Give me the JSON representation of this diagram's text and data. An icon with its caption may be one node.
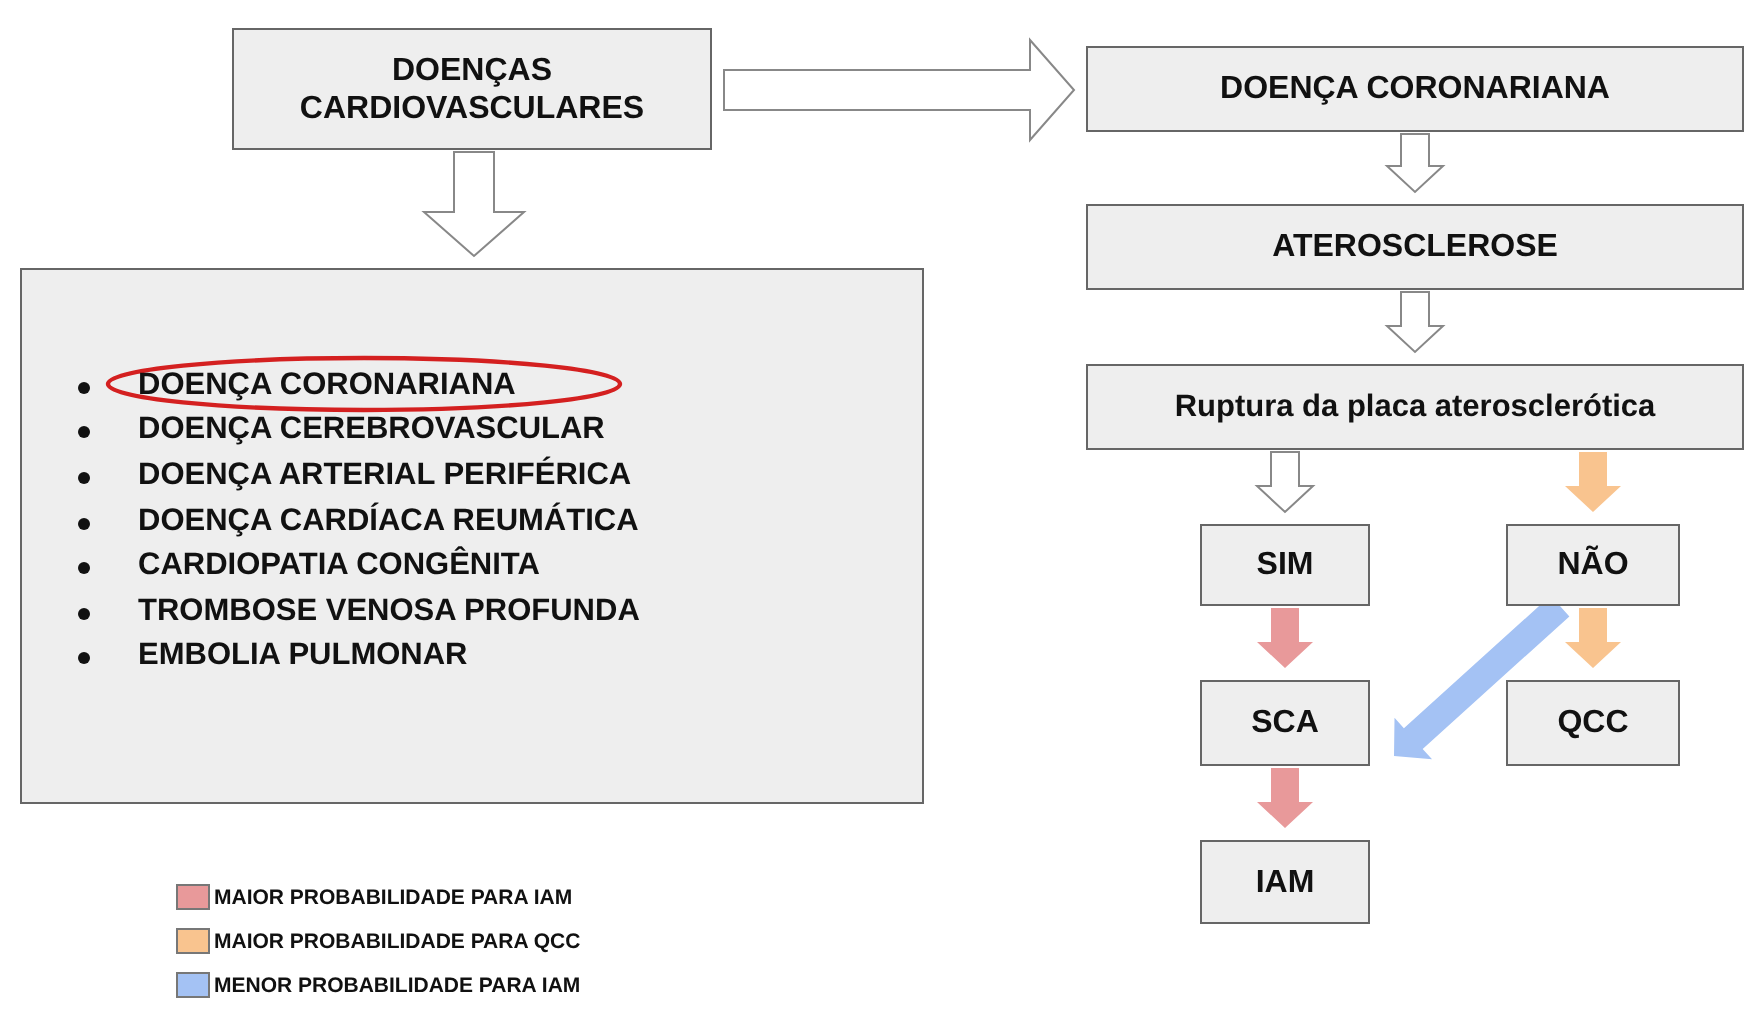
{
  "diagram": {
    "nodes": [
      {
        "text": [
          "DOENÇAS CARDIOVASCULARES"
        ]
      },
      {
        "text": [
          "DOENÇA CORONARIANA",
          "DOENÇA CEREBROVASCULAR",
          "DOENÇA ARTERIAL PERIFÉRICA",
          "DOENÇA CARDÍACA REUMÁTICA",
          "CARDIOPATIA CONGÊNITA",
          "TROMBOSE VENOSA PROFUNDA",
          "EMBOLIA PULMONAR"
        ]
      },
      {
        "text": [
          "DOENÇA CORONARIANA"
        ]
      },
      {
        "text": [
          "ATEROSCLEROSE"
        ]
      },
      {
        "text": [
          "Ruptura da placa aterosclerótica"
        ]
      },
      {
        "text": [
          "SIM"
        ]
      },
      {
        "text": [
          "NÃO"
        ]
      },
      {
        "text": [
          "SCA"
        ]
      },
      {
        "text": [
          "QCC"
        ]
      },
      {
        "text": [
          "IAM"
        ]
      }
    ],
    "edges": [
      {
        "from": 0,
        "to": 1,
        "arrow": "to"
      },
      {
        "from": 0,
        "to": 2,
        "arrow": "to"
      },
      {
        "from": 2,
        "to": 3,
        "arrow": "to"
      },
      {
        "from": 3,
        "to": 4,
        "arrow": "to"
      },
      {
        "from": 4,
        "to": 5,
        "arrow": "to"
      },
      {
        "from": 4,
        "to": 6,
        "arrow": "to",
        "color": "#f9c48f"
      },
      {
        "from": 5,
        "to": 7,
        "arrow": "to",
        "color": "#e8999a"
      },
      {
        "from": 6,
        "to": 8,
        "arrow": "to",
        "color": "#f9c48f"
      },
      {
        "from": 6,
        "to": 7,
        "arrow": "to",
        "color": "#a4c2f4"
      },
      {
        "from": 7,
        "to": 9,
        "arrow": "to",
        "color": "#e8999a"
      }
    ],
    "legend": [
      {
        "text": "MAIOR PROBABILIDADE PARA IAM",
        "color": "#e8999a"
      },
      {
        "text": "MAIOR PROBABILIDADE PARA QCC",
        "color": "#f9c48f"
      },
      {
        "text": "MENOR PROBABILIDADE PARA IAM",
        "color": "#a4c2f4"
      }
    ]
  }
}
